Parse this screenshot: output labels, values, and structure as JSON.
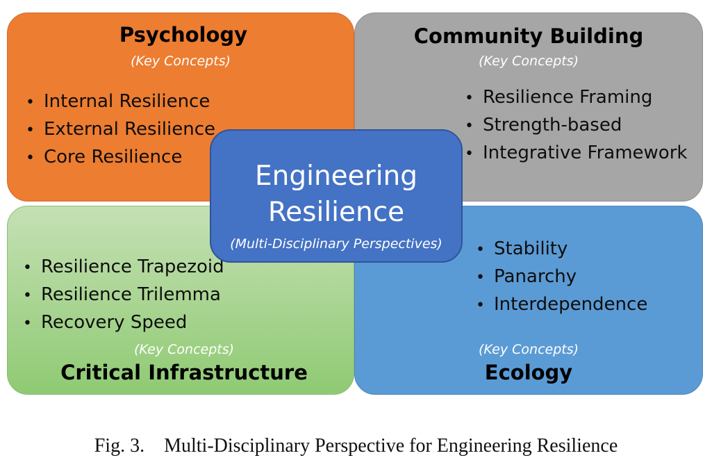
{
  "quadrants": {
    "psychology": {
      "title": "Psychology",
      "subtitle": "(Key Concepts)",
      "items": [
        "Internal Resilience",
        "External Resilience",
        "Core Resilience"
      ],
      "color": "#ed7d31"
    },
    "community": {
      "title": "Community Building",
      "subtitle": "(Key Concepts)",
      "items": [
        "Resilience Framing",
        "Strength-based",
        "Integrative Framework"
      ],
      "color": "#a6a6a6"
    },
    "infrastructure": {
      "title": "Critical Infrastructure",
      "subtitle": "(Key Concepts)",
      "items": [
        "Resilience Trapezoid",
        "Resilience Trilemma",
        "Recovery Speed"
      ],
      "color": "#a9d18e"
    },
    "ecology": {
      "title": "Ecology",
      "subtitle": "(Key Concepts)",
      "items": [
        "Stability",
        "Panarchy",
        "Interdependence"
      ],
      "color": "#5b9bd5"
    }
  },
  "center": {
    "title_line1": "Engineering",
    "title_line2": "Resilience",
    "subtitle": "(Multi-Disciplinary Perspectives)",
    "color": "#4472c4"
  },
  "caption": {
    "label": "Fig. 3.",
    "text": "Multi-Disciplinary Perspective for Engineering Resilience"
  }
}
